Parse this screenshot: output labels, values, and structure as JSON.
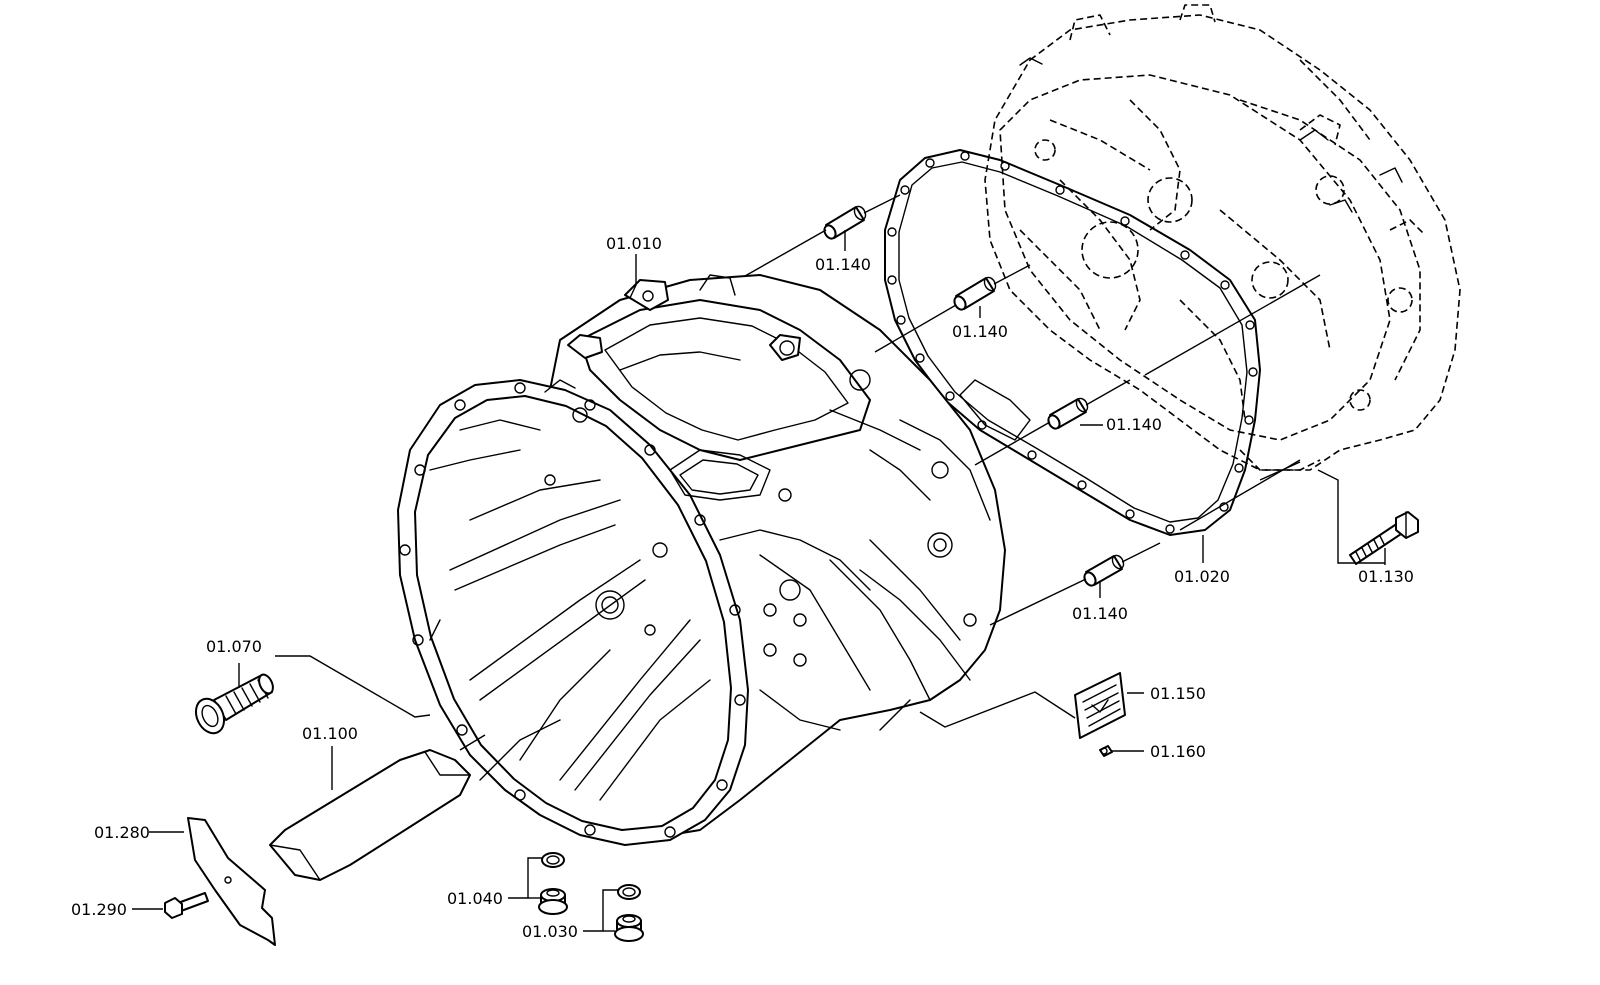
{
  "diagram": {
    "labels": {
      "housing": "01.010",
      "gasket": "01.020",
      "plug_a": "01.030",
      "ring_a": "01.040",
      "breather": "01.070",
      "bag": "01.100",
      "bolt": "01.130",
      "pin_1": "01.140",
      "pin_2": "01.140",
      "pin_3": "01.140",
      "pin_4": "01.140",
      "plate": "01.150",
      "rivet": "01.160",
      "cover": "01.280",
      "screw": "01.290"
    }
  }
}
